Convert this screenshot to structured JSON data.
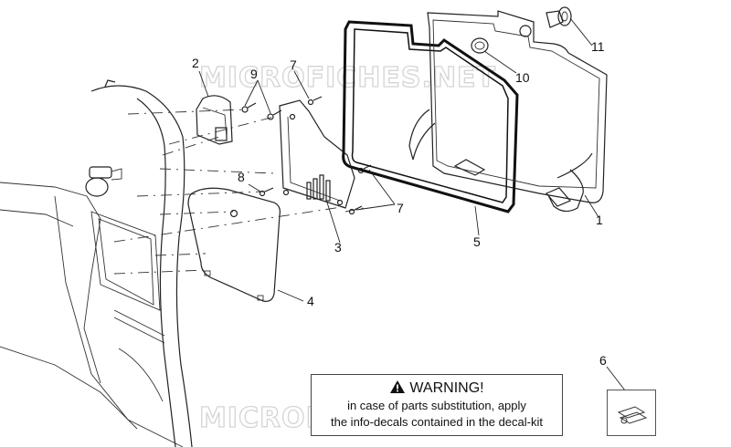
{
  "watermark": "MICROFICHES.NET",
  "callouts": {
    "c1": "1",
    "c2": "2",
    "c3": "3",
    "c4": "4",
    "c5": "5",
    "c6": "6",
    "c7a": "7",
    "c7b": "7",
    "c8": "8",
    "c9": "9",
    "c10": "10",
    "c11": "11"
  },
  "warning": {
    "title": "WARNING!",
    "line1": "in case of parts substitution, apply",
    "line2": "the info-decals contained in the decal-kit"
  }
}
